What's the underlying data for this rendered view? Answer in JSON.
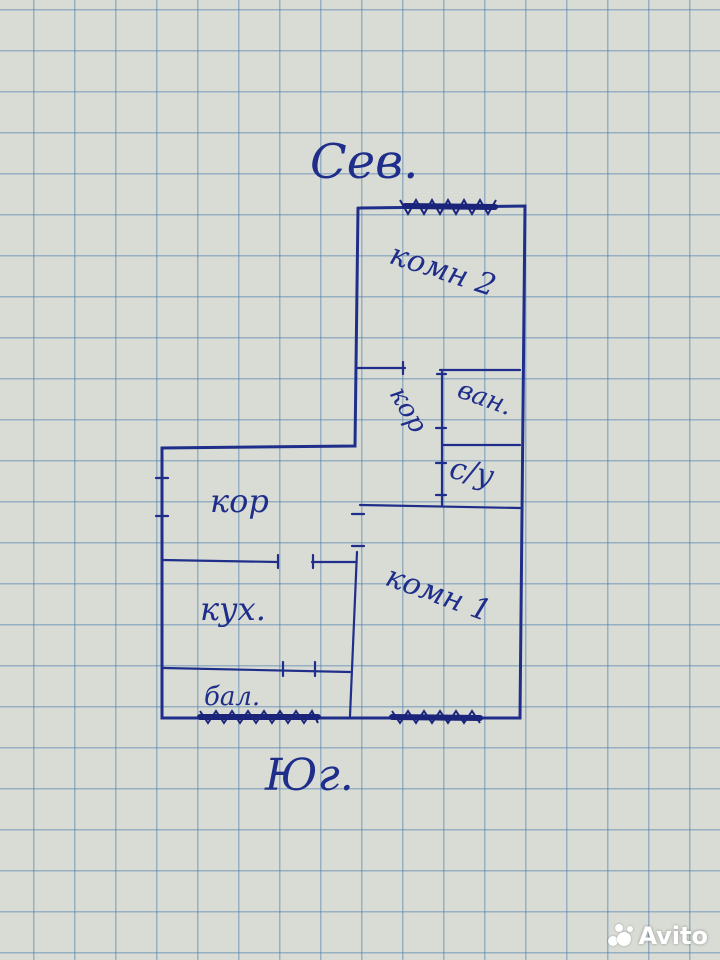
{
  "labels": {
    "north": "Сев.",
    "south": "Юг.",
    "room2": "комн 2",
    "room1": "комн 1",
    "corridor_upper": "кор",
    "corridor_main": "кор",
    "bathroom": "ван.",
    "toilet": "с/у",
    "kitchen": "кух.",
    "balcony": "бал."
  },
  "watermark": "Avito",
  "colors": {
    "ink": "#1f2e8a",
    "grid": "#4678aa"
  }
}
